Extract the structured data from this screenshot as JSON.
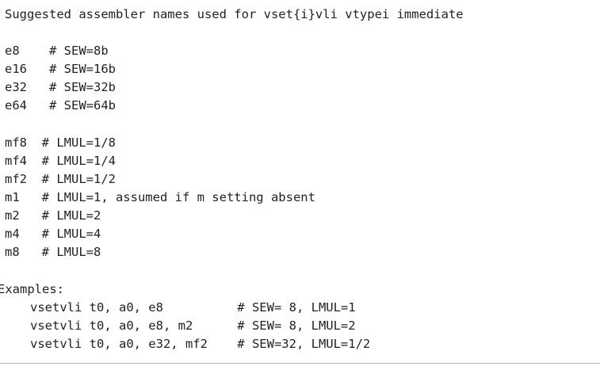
{
  "code_block": {
    "title": "Suggested assembler names used for vset{i}vli vtypei immediate",
    "sew_lines": [
      "e8    # SEW=8b",
      "e16   # SEW=16b",
      "e32   # SEW=32b",
      "e64   # SEW=64b"
    ],
    "lmul_lines": [
      "mf8  # LMUL=1/8",
      "mf4  # LMUL=1/4",
      "mf2  # LMUL=1/2",
      "m1   # LMUL=1, assumed if m setting absent",
      "m2   # LMUL=2",
      "m4   # LMUL=4",
      "m8   # LMUL=8"
    ],
    "examples_heading": "Examples:",
    "examples": [
      "vsetvli t0, a0, e8          # SEW= 8, LMUL=1",
      "vsetvli t0, a0, e8, m2      # SEW= 8, LMUL=2",
      "vsetvli t0, a0, e32, mf2    # SEW=32, LMUL=1/2"
    ]
  }
}
